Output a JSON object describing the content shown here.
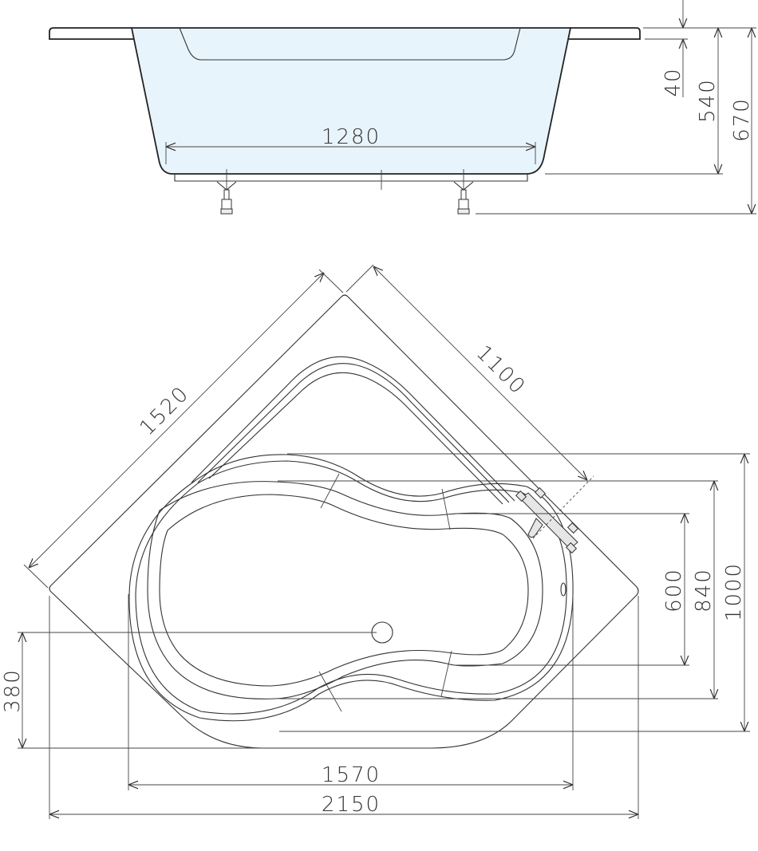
{
  "drawing": {
    "title": "Corner bathtub technical drawing",
    "colors": {
      "tub_fill": "#e8f4fb",
      "line": "#333333",
      "fitting_fill": "#e6e6e6"
    },
    "side_view": {
      "dimensions": {
        "inner_bottom_width": "1280",
        "rim_thickness": "40",
        "tub_depth": "540",
        "total_height": "670"
      }
    },
    "top_view": {
      "dimensions": {
        "diagonal_side_a": "1520",
        "diagonal_side_b": "1100",
        "inner_basin_height": "600",
        "mid_basin_height": "840",
        "outer_basin_height": "1000",
        "drain_offset": "380",
        "basin_width": "1570",
        "overall_width": "2150"
      }
    }
  }
}
